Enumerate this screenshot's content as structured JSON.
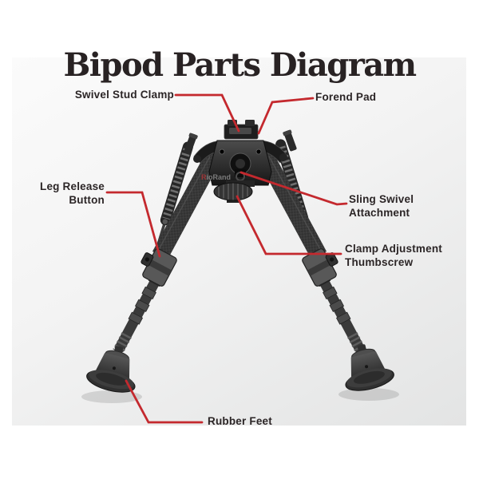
{
  "title": "Bipod Parts Diagram",
  "watermark": {
    "prefix": "R",
    "rest": "ioRand"
  },
  "colors": {
    "leader_line": "#c4292e",
    "label_text": "#2b2526",
    "title_text": "#282223",
    "panel_top": "#fbfbfb",
    "panel_bottom": "#e3e4e4"
  },
  "labels": {
    "swivel_stud_clamp": {
      "line1": "Swivel Stud Clamp"
    },
    "forend_pad": {
      "line1": "Forend Pad"
    },
    "leg_release_button": {
      "line1": "Leg Release",
      "line2": "Button"
    },
    "sling_swivel_attachment": {
      "line1": "Sling Swivel",
      "line2": "Attachment"
    },
    "clamp_adjustment_thumbscrew": {
      "line1": "Clamp Adjustment",
      "line2": "Thumbscrew"
    },
    "rubber_feet": {
      "line1": "Rubber Feet"
    }
  }
}
